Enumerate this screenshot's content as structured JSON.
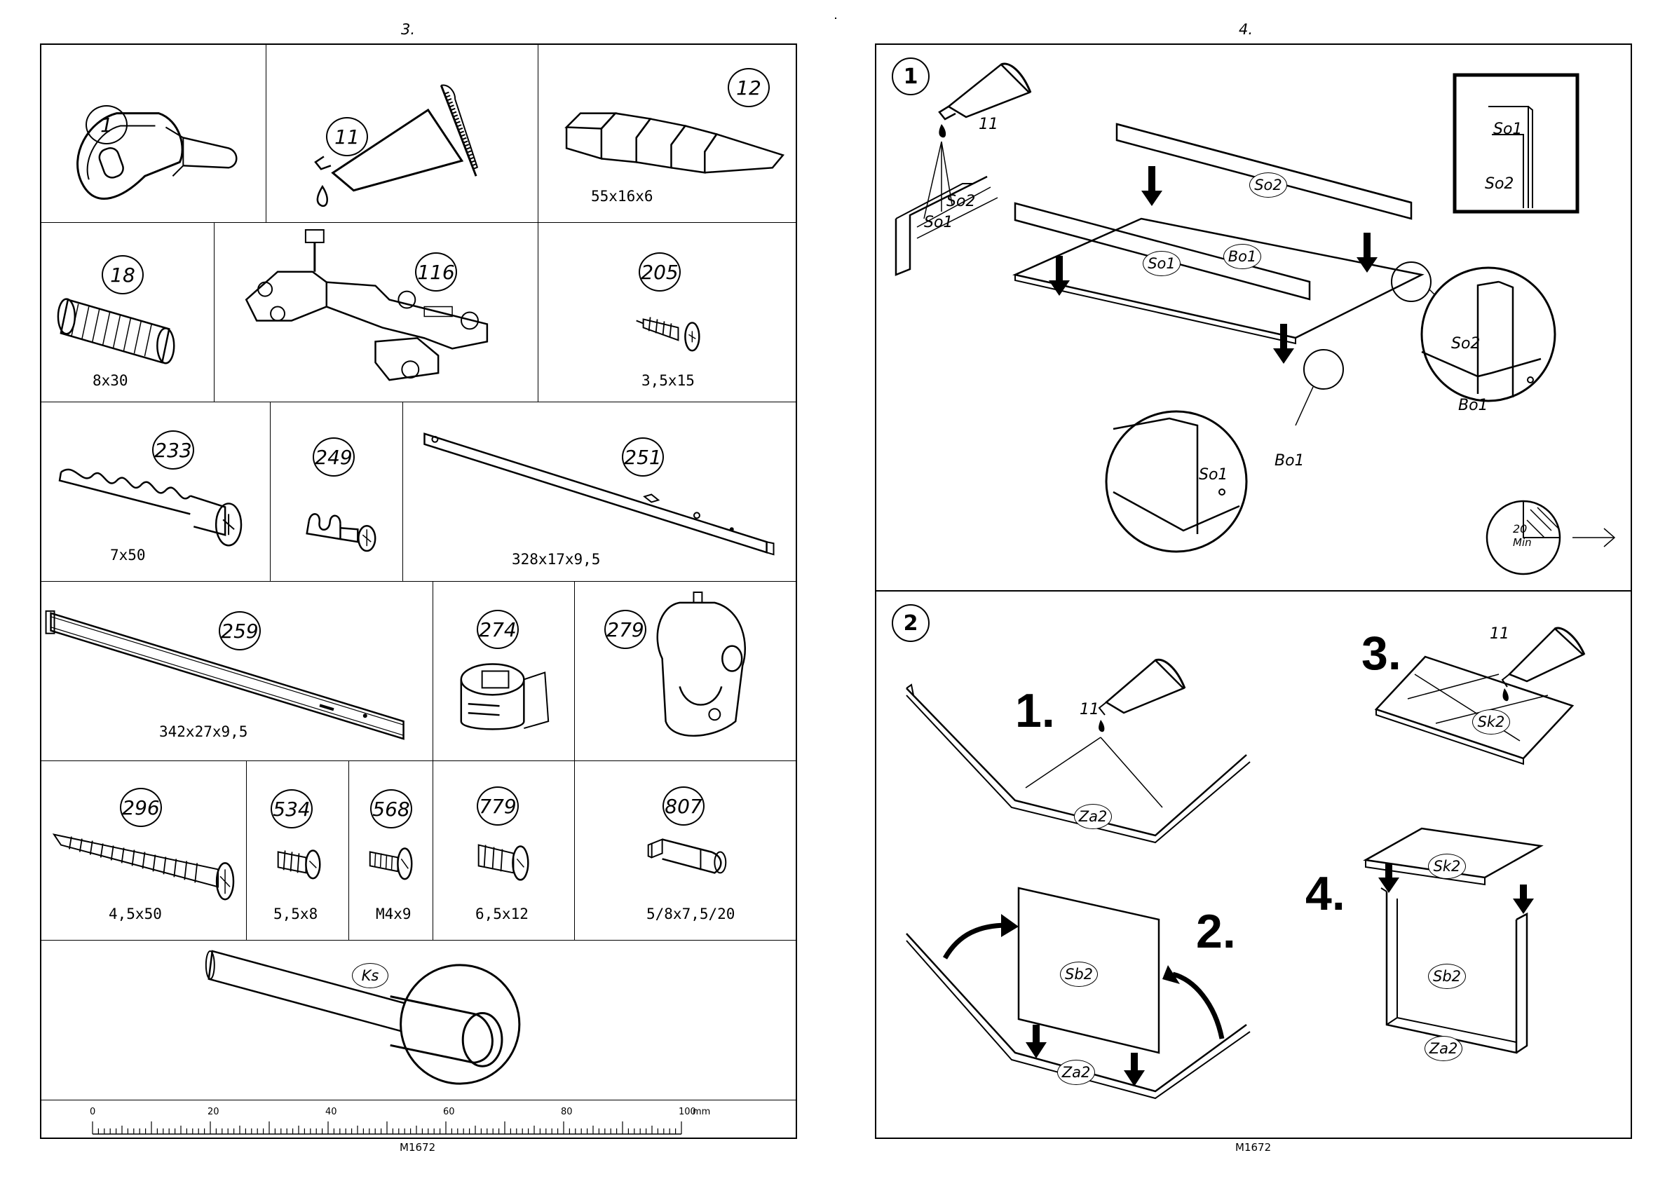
{
  "left_page": {
    "page_number": "3.",
    "parts": [
      {
        "id": "1",
        "dim": ""
      },
      {
        "id": "11",
        "dim": ""
      },
      {
        "id": "12",
        "dim": "55x16x6"
      },
      {
        "id": "18",
        "dim": "8x30"
      },
      {
        "id": "116",
        "dim": ""
      },
      {
        "id": "205",
        "dim": "3,5x15"
      },
      {
        "id": "233",
        "dim": "7x50"
      },
      {
        "id": "249",
        "dim": ""
      },
      {
        "id": "251",
        "dim": "328x17x9,5"
      },
      {
        "id": "259",
        "dim": "342x27x9,5"
      },
      {
        "id": "274",
        "dim": ""
      },
      {
        "id": "279",
        "dim": ""
      },
      {
        "id": "296",
        "dim": "4,5x50"
      },
      {
        "id": "534",
        "dim": "5,5x8"
      },
      {
        "id": "568",
        "dim": "M4x9"
      },
      {
        "id": "779",
        "dim": "6,5x12"
      },
      {
        "id": "807",
        "dim": "5/8x7,5/20"
      },
      {
        "id": "Ks",
        "dim": ""
      }
    ],
    "ruler": {
      "labels": [
        "0",
        "20",
        "40",
        "60",
        "80",
        "100"
      ],
      "unit": "mm"
    },
    "doc_code": "M1672"
  },
  "right_page": {
    "page_number": "4.",
    "step1": {
      "badge": "1",
      "glue_part": "11",
      "panels": [
        "So1",
        "So2",
        "Bo1"
      ],
      "timer_value": "20",
      "timer_unit": "Min"
    },
    "step2": {
      "badge": "2",
      "substeps": [
        "1.",
        "2.",
        "3.",
        "4."
      ],
      "glue_part": "11",
      "panels": [
        "Za2",
        "Sb2",
        "Sk2"
      ]
    },
    "doc_code": "M1672"
  }
}
